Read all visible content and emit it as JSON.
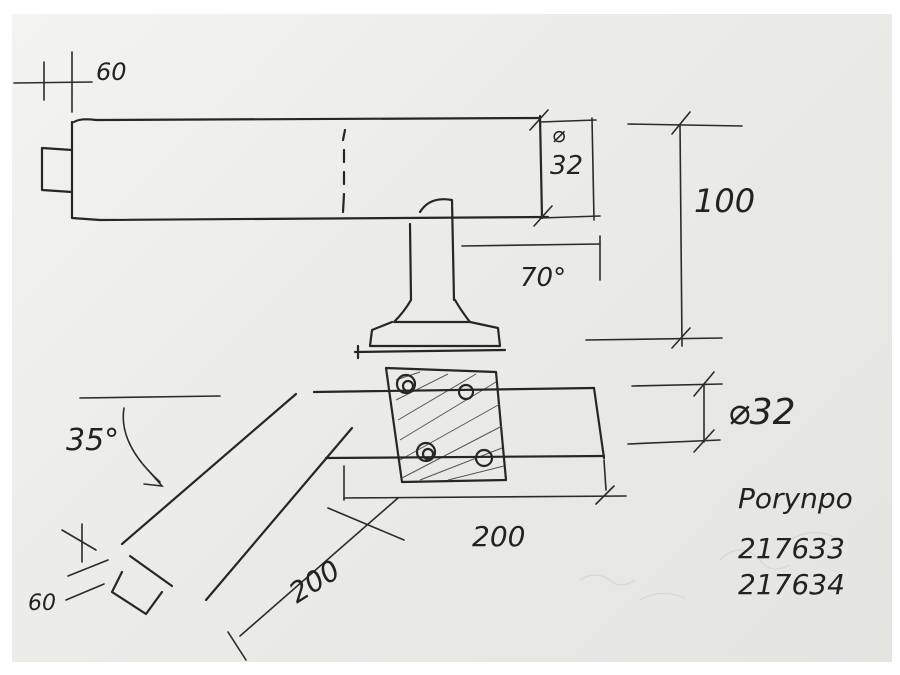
{
  "sketch": {
    "dim_top_left": "60",
    "dim_diameter_top": "⌀",
    "dim_diameter_top_value": "32",
    "dim_height": "100",
    "dim_angle_top": "70°",
    "dim_diameter_right": "⌀32",
    "dim_angle_left": "35°",
    "dim_bottom_left": "60",
    "dim_length_diagonal": "200",
    "dim_length_bottom": "200",
    "brand": "Porуnpo",
    "code_1": "217633",
    "code_2": "217634"
  }
}
